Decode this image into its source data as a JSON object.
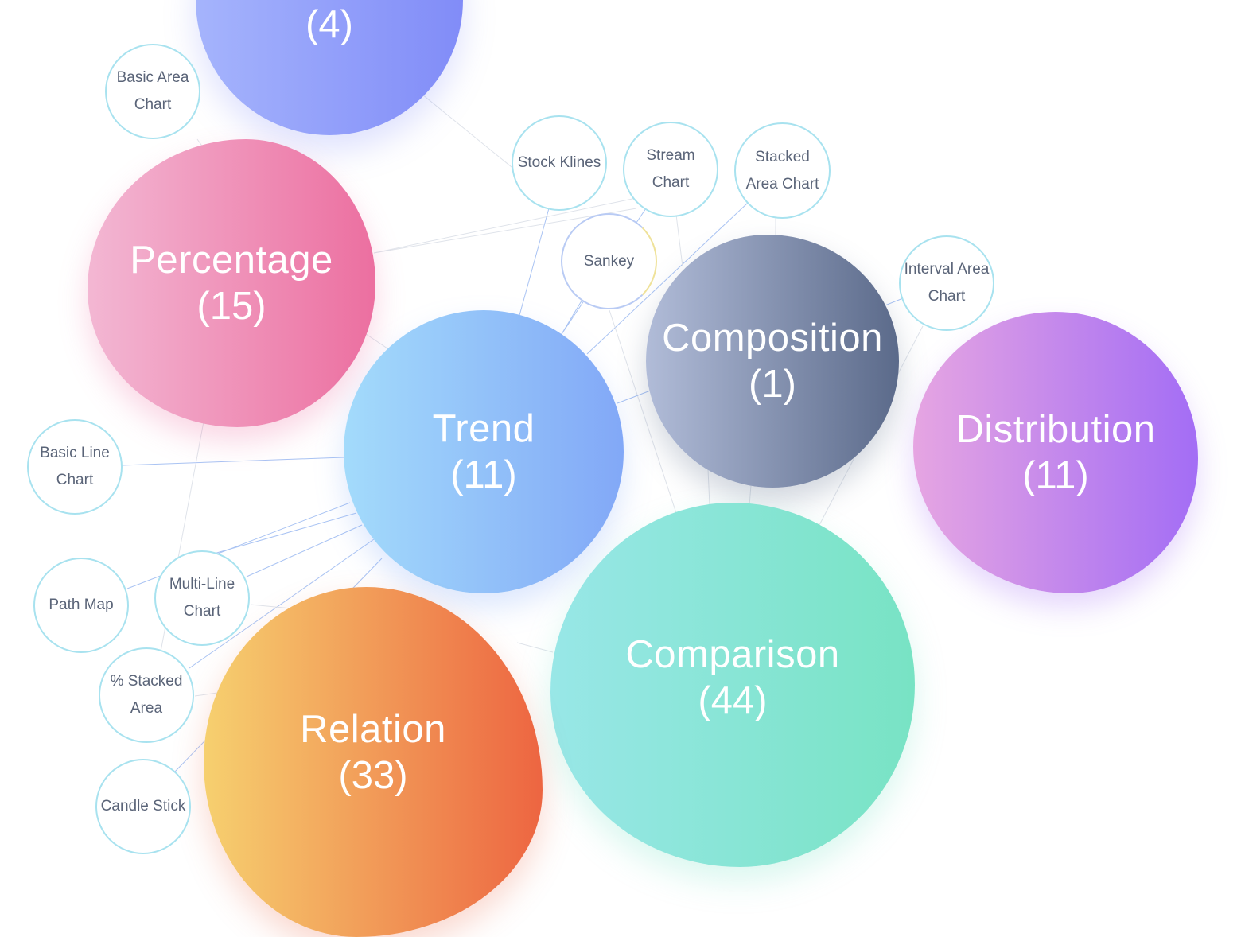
{
  "categories": {
    "top": {
      "count": "(4)"
    },
    "percentage": {
      "name": "Percentage",
      "count": "(15)"
    },
    "trend": {
      "name": "Trend",
      "count": "(11)"
    },
    "composition": {
      "name": "Composition",
      "count": "(1)"
    },
    "distribution": {
      "name": "Distribution",
      "count": "(11)"
    },
    "comparison": {
      "name": "Comparison",
      "count": "(44)"
    },
    "relation": {
      "name": "Relation",
      "count": "(33)"
    }
  },
  "charts": {
    "basic_area": "Basic Area Chart",
    "stock_klines": "Stock Klines",
    "stream_chart": "Stream Chart",
    "stacked_area": "Stacked Area Chart",
    "sankey": "Sankey",
    "interval_area": "Interval Area Chart",
    "basic_line": "Basic Line Chart",
    "path_map": "Path Map",
    "multi_line": "Multi-Line Chart",
    "pct_stacked_area": "% Stacked Area",
    "candle_stick": "Candle Stick"
  },
  "colors": {
    "top": [
      "#a5b4fc",
      "#818cf8"
    ],
    "percentage": [
      "#f3b7d3",
      "#ec6fa0"
    ],
    "trend": [
      "#a3dbfb",
      "#82a8f7"
    ],
    "composition": [
      "#b1bcd8",
      "#5b6a8a"
    ],
    "distribution": [
      "#e6a5e2",
      "#a36df5"
    ],
    "comparison": [
      "#98e7e7",
      "#78e3c4"
    ],
    "relation": [
      "#f6d06f",
      "#ed6541"
    ],
    "small_border": "#a8e2ef"
  }
}
